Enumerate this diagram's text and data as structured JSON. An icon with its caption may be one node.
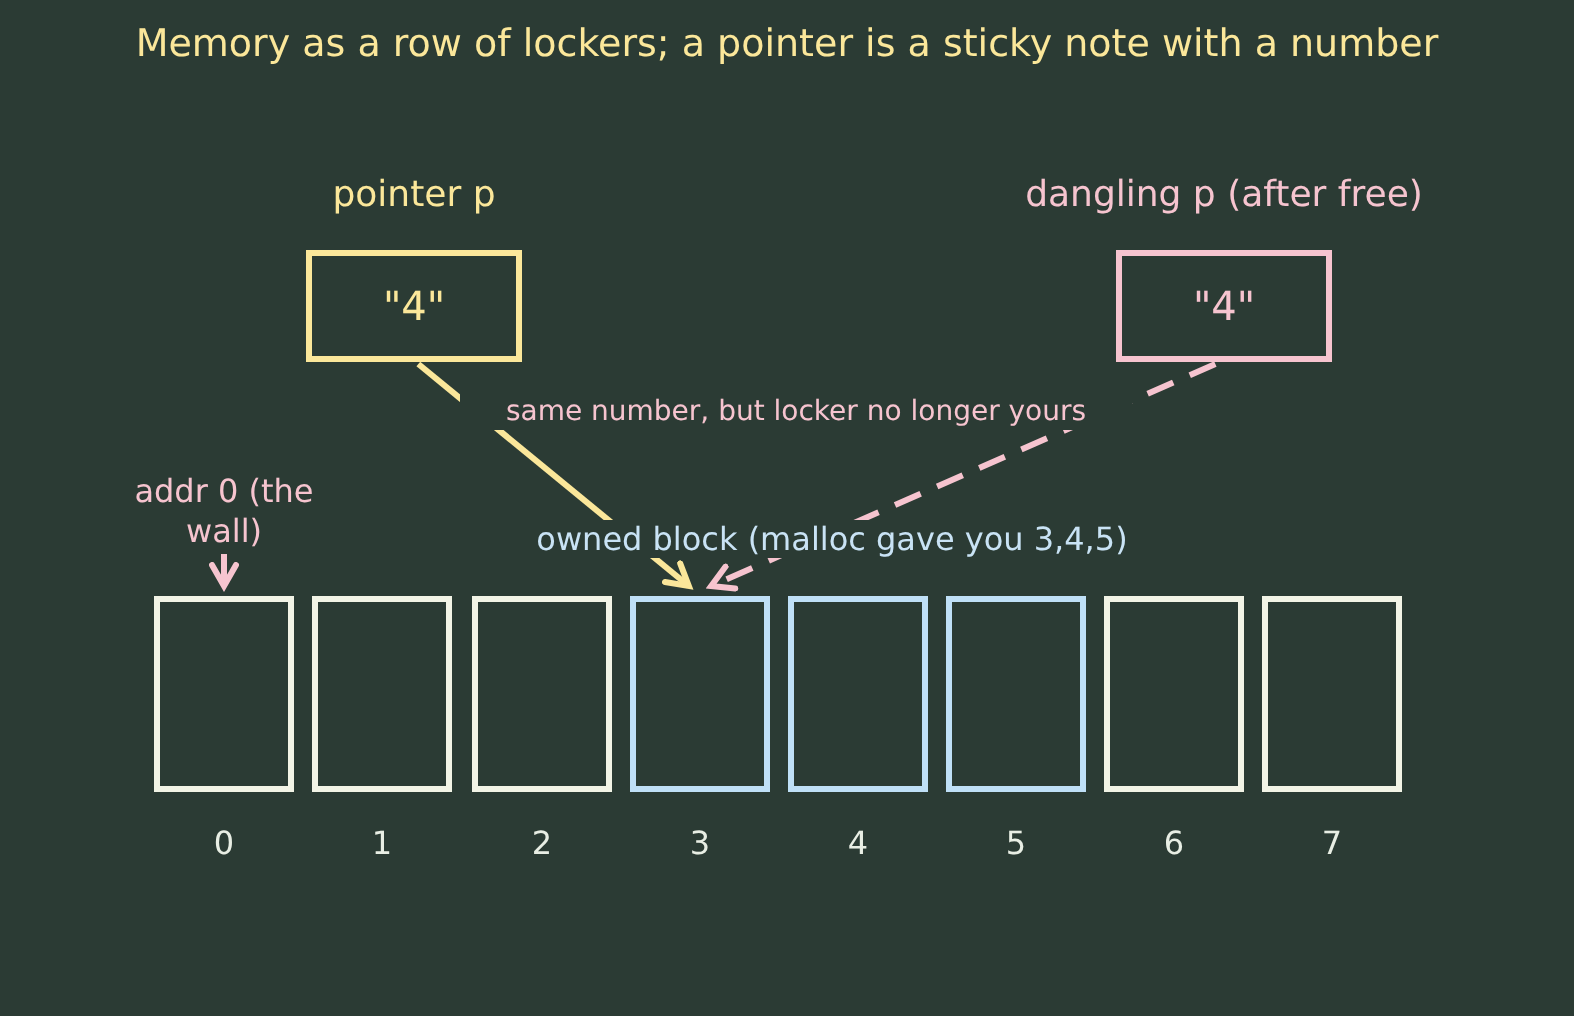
{
  "diagram": {
    "title": "Memory as a row of lockers; a pointer is a sticky note with a number",
    "nodes": [
      {
        "text": [
          "pointer p",
          "\"4\""
        ]
      },
      {
        "text": [
          "dangling p (after free)",
          "\"4\""
        ]
      },
      {
        "text": [],
        "shape": "box",
        "beside": [
          "0"
        ]
      },
      {
        "text": [],
        "shape": "box",
        "beside": [
          "1"
        ]
      },
      {
        "text": [],
        "shape": "box",
        "beside": [
          "2"
        ]
      },
      {
        "text": [],
        "shape": "box",
        "beside": [
          "3"
        ]
      },
      {
        "text": [],
        "shape": "box",
        "beside": [
          "4"
        ]
      },
      {
        "text": [],
        "shape": "box",
        "beside": [
          "5"
        ]
      },
      {
        "text": [],
        "shape": "box",
        "beside": [
          "6"
        ]
      },
      {
        "text": [],
        "shape": "box",
        "beside": [
          "7"
        ]
      },
      {
        "text": [
          "addr 0 (the wall)"
        ]
      }
    ],
    "edges": [
      {
        "from": 0,
        "to": 5,
        "arrow": "to",
        "color": "#fbe79a"
      },
      {
        "from": 1,
        "to": 5,
        "arrow": "to",
        "style": "dashed",
        "label": "same number, but locker no longer yours"
      },
      {
        "from": 10,
        "to": 2,
        "arrow": "to"
      }
    ],
    "labels": [
      "owned block (malloc gave you 3,4,5)"
    ]
  }
}
